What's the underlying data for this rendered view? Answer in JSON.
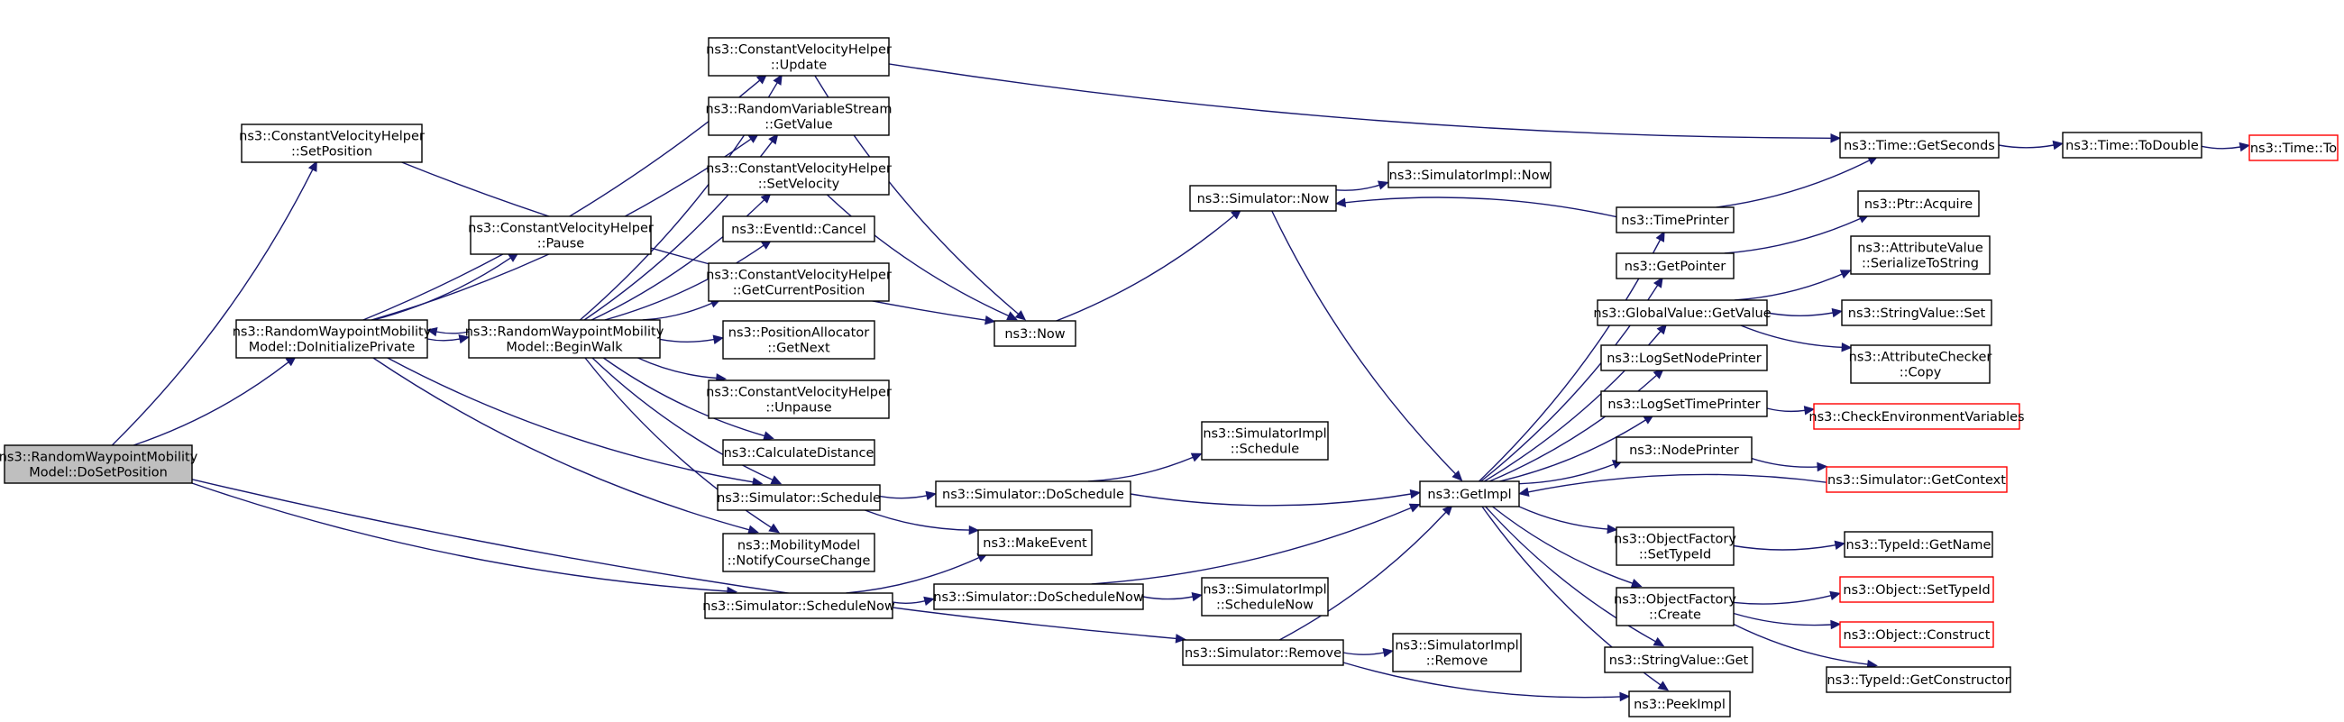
{
  "colors": {
    "edge": "#191970",
    "node_border": "#000000",
    "node_fill": "#ffffff",
    "root_fill": "#bfbfbf",
    "external_border": "#ff0000"
  },
  "nodes": [
    {
      "id": "dosetposition",
      "label": [
        "ns3::RandomWaypointMobility",
        "Model::DoSetPosition"
      ],
      "kind": "root"
    },
    {
      "id": "cvh_setposition",
      "label": [
        "ns3::ConstantVelocityHelper",
        "::SetPosition"
      ],
      "kind": "normal"
    },
    {
      "id": "doinitializeprivate",
      "label": [
        "ns3::RandomWaypointMobility",
        "Model::DoInitializePrivate"
      ],
      "kind": "normal"
    },
    {
      "id": "cvh_update",
      "label": [
        "ns3::ConstantVelocityHelper",
        "::Update"
      ],
      "kind": "normal"
    },
    {
      "id": "rvs_getvalue",
      "label": [
        "ns3::RandomVariableStream",
        "::GetValue"
      ],
      "kind": "normal"
    },
    {
      "id": "cvh_setvelocity",
      "label": [
        "ns3::ConstantVelocityHelper",
        "::SetVelocity"
      ],
      "kind": "normal"
    },
    {
      "id": "cvh_pause",
      "label": [
        "ns3::ConstantVelocityHelper",
        "::Pause"
      ],
      "kind": "normal"
    },
    {
      "id": "eventid_cancel",
      "label": [
        "ns3::EventId::Cancel"
      ],
      "kind": "normal"
    },
    {
      "id": "cvh_getcurrentposition",
      "label": [
        "ns3::ConstantVelocityHelper",
        "::GetCurrentPosition"
      ],
      "kind": "normal"
    },
    {
      "id": "beginwalk",
      "label": [
        "ns3::RandomWaypointMobility",
        "Model::BeginWalk"
      ],
      "kind": "normal"
    },
    {
      "id": "pa_getnext",
      "label": [
        "ns3::PositionAllocator",
        "::GetNext"
      ],
      "kind": "normal"
    },
    {
      "id": "cvh_unpause",
      "label": [
        "ns3::ConstantVelocityHelper",
        "::Unpause"
      ],
      "kind": "normal"
    },
    {
      "id": "calculatedistance",
      "label": [
        "ns3::CalculateDistance"
      ],
      "kind": "normal"
    },
    {
      "id": "sim_schedule",
      "label": [
        "ns3::Simulator::Schedule"
      ],
      "kind": "normal"
    },
    {
      "id": "mm_notifycoursechange",
      "label": [
        "ns3::MobilityModel",
        "::NotifyCourseChange"
      ],
      "kind": "normal"
    },
    {
      "id": "sim_schedulenow",
      "label": [
        "ns3::Simulator::ScheduleNow"
      ],
      "kind": "normal"
    },
    {
      "id": "now",
      "label": [
        "ns3::Now"
      ],
      "kind": "normal"
    },
    {
      "id": "makeevent",
      "label": [
        "ns3::MakeEvent"
      ],
      "kind": "normal"
    },
    {
      "id": "sim_doschedule",
      "label": [
        "ns3::Simulator::DoSchedule"
      ],
      "kind": "normal"
    },
    {
      "id": "sim_doschedulenow",
      "label": [
        "ns3::Simulator::DoScheduleNow"
      ],
      "kind": "normal"
    },
    {
      "id": "sim_remove",
      "label": [
        "ns3::Simulator::Remove"
      ],
      "kind": "normal"
    },
    {
      "id": "sim_now",
      "label": [
        "ns3::Simulator::Now"
      ],
      "kind": "normal"
    },
    {
      "id": "simimpl_schedule",
      "label": [
        "ns3::SimulatorImpl",
        "::Schedule"
      ],
      "kind": "normal"
    },
    {
      "id": "simimpl_schedulenow",
      "label": [
        "ns3::SimulatorImpl",
        "::ScheduleNow"
      ],
      "kind": "normal"
    },
    {
      "id": "simimpl_remove",
      "label": [
        "ns3::SimulatorImpl",
        "::Remove"
      ],
      "kind": "normal"
    },
    {
      "id": "simimpl_now",
      "label": [
        "ns3::SimulatorImpl::Now"
      ],
      "kind": "normal"
    },
    {
      "id": "getimpl",
      "label": [
        "ns3::GetImpl"
      ],
      "kind": "normal"
    },
    {
      "id": "timeprinter",
      "label": [
        "ns3::TimePrinter"
      ],
      "kind": "normal"
    },
    {
      "id": "getpointer",
      "label": [
        "ns3::GetPointer"
      ],
      "kind": "normal"
    },
    {
      "id": "gv_getvalue",
      "label": [
        "ns3::GlobalValue::GetValue"
      ],
      "kind": "normal"
    },
    {
      "id": "logsetnodeprinter",
      "label": [
        "ns3::LogSetNodePrinter"
      ],
      "kind": "normal"
    },
    {
      "id": "logsettimeprinter",
      "label": [
        "ns3::LogSetTimePrinter"
      ],
      "kind": "normal"
    },
    {
      "id": "nodeprinter",
      "label": [
        "ns3::NodePrinter"
      ],
      "kind": "normal"
    },
    {
      "id": "of_settypeid",
      "label": [
        "ns3::ObjectFactory",
        "::SetTypeId"
      ],
      "kind": "normal"
    },
    {
      "id": "of_create",
      "label": [
        "ns3::ObjectFactory",
        "::Create"
      ],
      "kind": "normal"
    },
    {
      "id": "stringvalue_get",
      "label": [
        "ns3::StringValue::Get"
      ],
      "kind": "normal"
    },
    {
      "id": "peekimpl",
      "label": [
        "ns3::PeekImpl"
      ],
      "kind": "normal"
    },
    {
      "id": "time_getseconds",
      "label": [
        "ns3::Time::GetSeconds"
      ],
      "kind": "normal"
    },
    {
      "id": "time_todouble",
      "label": [
        "ns3::Time::ToDouble"
      ],
      "kind": "normal"
    },
    {
      "id": "time_to",
      "label": [
        "ns3::Time::To"
      ],
      "kind": "external"
    },
    {
      "id": "ptr_acquire",
      "label": [
        "ns3::Ptr::Acquire"
      ],
      "kind": "normal"
    },
    {
      "id": "av_serializetostring",
      "label": [
        "ns3::AttributeValue",
        "::SerializeToString"
      ],
      "kind": "normal"
    },
    {
      "id": "stringvalue_set",
      "label": [
        "ns3::StringValue::Set"
      ],
      "kind": "normal"
    },
    {
      "id": "ac_copy",
      "label": [
        "ns3::AttributeChecker",
        "::Copy"
      ],
      "kind": "normal"
    },
    {
      "id": "checkenvvars",
      "label": [
        "ns3::CheckEnvironmentVariables"
      ],
      "kind": "external"
    },
    {
      "id": "sim_getcontext",
      "label": [
        "ns3::Simulator::GetContext"
      ],
      "kind": "external"
    },
    {
      "id": "typeid_getname",
      "label": [
        "ns3::TypeId::GetName"
      ],
      "kind": "normal"
    },
    {
      "id": "object_settypeid",
      "label": [
        "ns3::Object::SetTypeId"
      ],
      "kind": "external"
    },
    {
      "id": "object_construct",
      "label": [
        "ns3::Object::Construct"
      ],
      "kind": "external"
    },
    {
      "id": "typeid_getconstructor",
      "label": [
        "ns3::TypeId::GetConstructor"
      ],
      "kind": "normal"
    }
  ],
  "edges": [
    {
      "from": "dosetposition",
      "to": "cvh_setposition"
    },
    {
      "from": "dosetposition",
      "to": "doinitializeprivate"
    },
    {
      "from": "dosetposition",
      "to": "sim_schedulenow"
    },
    {
      "from": "dosetposition",
      "to": "sim_remove"
    },
    {
      "from": "cvh_setposition",
      "to": "now"
    },
    {
      "from": "doinitializeprivate",
      "to": "cvh_update"
    },
    {
      "from": "doinitializeprivate",
      "to": "cvh_pause"
    },
    {
      "from": "doinitializeprivate",
      "to": "rvs_getvalue"
    },
    {
      "from": "doinitializeprivate",
      "to": "beginwalk"
    },
    {
      "from": "doinitializeprivate",
      "to": "sim_schedule"
    },
    {
      "from": "doinitializeprivate",
      "to": "mm_notifycoursechange"
    },
    {
      "from": "beginwalk",
      "to": "doinitializeprivate"
    },
    {
      "from": "beginwalk",
      "to": "cvh_update"
    },
    {
      "from": "beginwalk",
      "to": "rvs_getvalue"
    },
    {
      "from": "beginwalk",
      "to": "cvh_setvelocity"
    },
    {
      "from": "beginwalk",
      "to": "eventid_cancel"
    },
    {
      "from": "beginwalk",
      "to": "cvh_getcurrentposition"
    },
    {
      "from": "beginwalk",
      "to": "pa_getnext"
    },
    {
      "from": "beginwalk",
      "to": "cvh_unpause"
    },
    {
      "from": "beginwalk",
      "to": "calculatedistance"
    },
    {
      "from": "beginwalk",
      "to": "sim_schedule"
    },
    {
      "from": "beginwalk",
      "to": "mm_notifycoursechange"
    },
    {
      "from": "cvh_update",
      "to": "now"
    },
    {
      "from": "cvh_update",
      "to": "time_getseconds"
    },
    {
      "from": "cvh_setvelocity",
      "to": "now"
    },
    {
      "from": "now",
      "to": "sim_now"
    },
    {
      "from": "sim_now",
      "to": "simimpl_now"
    },
    {
      "from": "sim_now",
      "to": "getimpl"
    },
    {
      "from": "sim_schedule",
      "to": "sim_doschedule"
    },
    {
      "from": "sim_schedule",
      "to": "makeevent"
    },
    {
      "from": "sim_schedulenow",
      "to": "makeevent"
    },
    {
      "from": "sim_schedulenow",
      "to": "sim_doschedulenow"
    },
    {
      "from": "sim_doschedule",
      "to": "simimpl_schedule"
    },
    {
      "from": "sim_doschedule",
      "to": "getimpl"
    },
    {
      "from": "sim_doschedulenow",
      "to": "getimpl"
    },
    {
      "from": "sim_doschedulenow",
      "to": "simimpl_schedulenow"
    },
    {
      "from": "sim_remove",
      "to": "getimpl"
    },
    {
      "from": "sim_remove",
      "to": "simimpl_remove"
    },
    {
      "from": "sim_remove",
      "to": "peekimpl"
    },
    {
      "from": "getimpl",
      "to": "timeprinter"
    },
    {
      "from": "getimpl",
      "to": "getpointer"
    },
    {
      "from": "getimpl",
      "to": "gv_getvalue"
    },
    {
      "from": "getimpl",
      "to": "logsetnodeprinter"
    },
    {
      "from": "getimpl",
      "to": "logsettimeprinter"
    },
    {
      "from": "getimpl",
      "to": "nodeprinter"
    },
    {
      "from": "getimpl",
      "to": "of_settypeid"
    },
    {
      "from": "getimpl",
      "to": "of_create"
    },
    {
      "from": "getimpl",
      "to": "stringvalue_get"
    },
    {
      "from": "getimpl",
      "to": "peekimpl"
    },
    {
      "from": "timeprinter",
      "to": "sim_now"
    },
    {
      "from": "timeprinter",
      "to": "time_getseconds"
    },
    {
      "from": "time_getseconds",
      "to": "time_todouble"
    },
    {
      "from": "time_todouble",
      "to": "time_to"
    },
    {
      "from": "getpointer",
      "to": "ptr_acquire"
    },
    {
      "from": "gv_getvalue",
      "to": "av_serializetostring"
    },
    {
      "from": "gv_getvalue",
      "to": "stringvalue_set"
    },
    {
      "from": "gv_getvalue",
      "to": "ac_copy"
    },
    {
      "from": "logsettimeprinter",
      "to": "checkenvvars"
    },
    {
      "from": "nodeprinter",
      "to": "sim_getcontext"
    },
    {
      "from": "sim_getcontext",
      "to": "getimpl"
    },
    {
      "from": "of_settypeid",
      "to": "typeid_getname"
    },
    {
      "from": "of_create",
      "to": "object_settypeid"
    },
    {
      "from": "of_create",
      "to": "object_construct"
    },
    {
      "from": "of_create",
      "to": "typeid_getconstructor"
    }
  ]
}
